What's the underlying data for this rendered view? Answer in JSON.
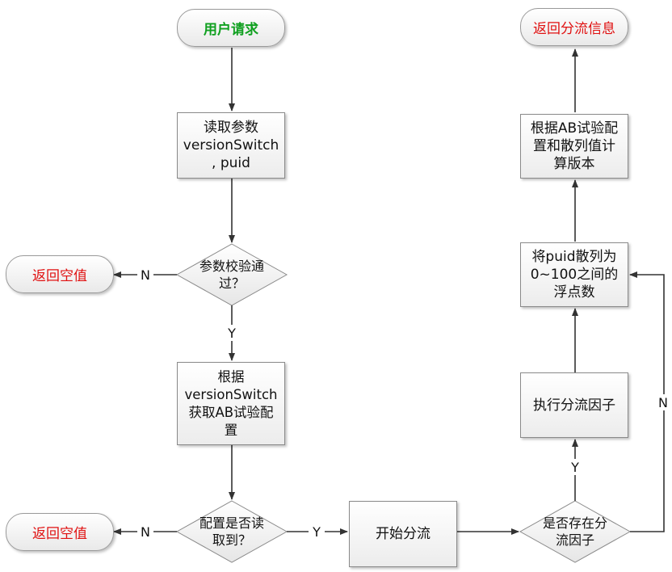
{
  "nodes": {
    "start": "用户请求",
    "read_params": "读取参数\nversionSwitch\n, puid",
    "check_params": "参数校验通\n过？",
    "return_null_1": "返回空值",
    "get_config": "根据\nversionSwitch\n获取AB试验配\n置",
    "config_read": "配置是否读\n取到？",
    "return_null_2": "返回空值",
    "start_split": "开始分流",
    "has_factor": "是否存在分\n流因子",
    "exec_factor": "执行分流因子",
    "hash_puid": "将puid散列为\n0~100之间的\n浮点数",
    "calc_version": "根据AB试验配\n置和散列值计\n算版本",
    "return_info": "返回分流信息"
  },
  "edge_labels": {
    "check_yes": "Y",
    "check_no": "N",
    "config_yes": "Y",
    "config_no": "N",
    "factor_yes": "Y",
    "factor_no": "N"
  },
  "colors": {
    "start_text": "#10a020",
    "return_text": "#e01010",
    "line": "#333333"
  }
}
